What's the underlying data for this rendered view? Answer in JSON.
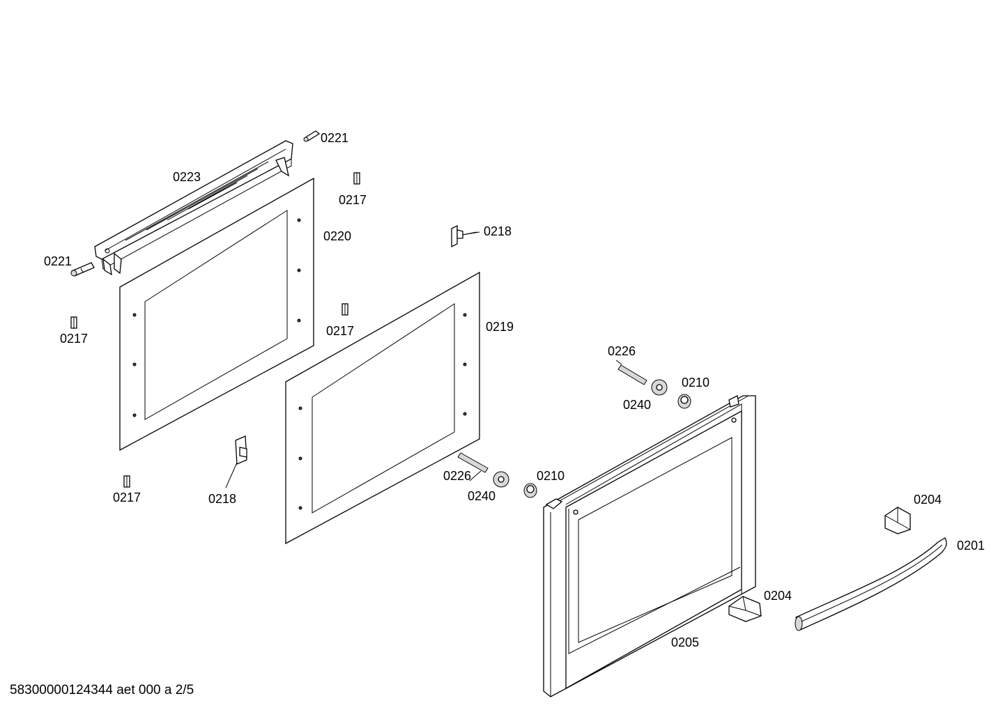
{
  "labels": {
    "p0221_top": "0221",
    "p0223": "0223",
    "p0217_a": "0217",
    "p0220": "0220",
    "p0218_top": "0218",
    "p0221_left": "0221",
    "p0217_left": "0217",
    "p0217_mid": "0217",
    "p0219": "0219",
    "p0226_top": "0226",
    "p0210_top": "0210",
    "p0240_top": "0240",
    "p0226_mid": "0226",
    "p0210_mid": "0210",
    "p0240_mid": "0240",
    "p0217_bottom": "0217",
    "p0218_bottom": "0218",
    "p0204_top": "0204",
    "p0201": "0201",
    "p0204_bottom": "0204",
    "p0205": "0205"
  },
  "footer": "58300000124344 aet 000 a 2/5"
}
